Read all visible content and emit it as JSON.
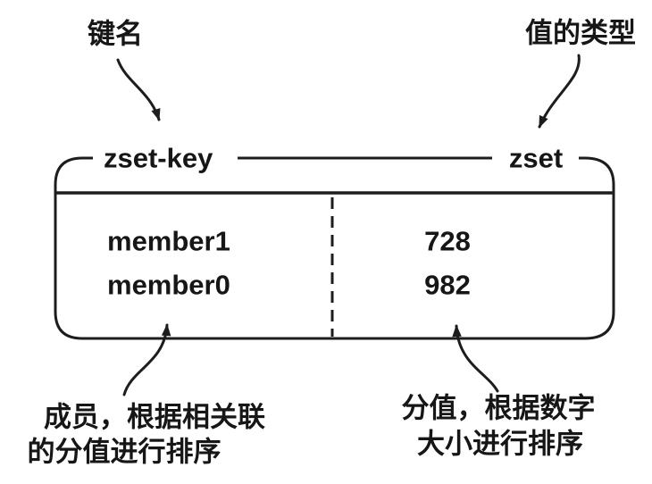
{
  "diagram": {
    "kind": "redis-zset-structure",
    "key": "zset-key",
    "type": "zset",
    "entries": [
      {
        "member": "member1",
        "score": "728"
      },
      {
        "member": "member0",
        "score": "982"
      }
    ]
  },
  "annotations": {
    "key_name_label": "键名",
    "value_type_label": "值的类型",
    "member_note": [
      "成员，根据相关联",
      "的分值进行排序"
    ],
    "score_note": [
      "分值，根据数字",
      "大小进行排序"
    ]
  },
  "icons": {
    "arrows": [
      "key-name-arrow",
      "value-type-arrow",
      "member-note-arrow",
      "score-note-arrow"
    ]
  },
  "colors": {
    "ink": "#1d1d1d",
    "text": "#161616",
    "background": "#ffffff"
  }
}
